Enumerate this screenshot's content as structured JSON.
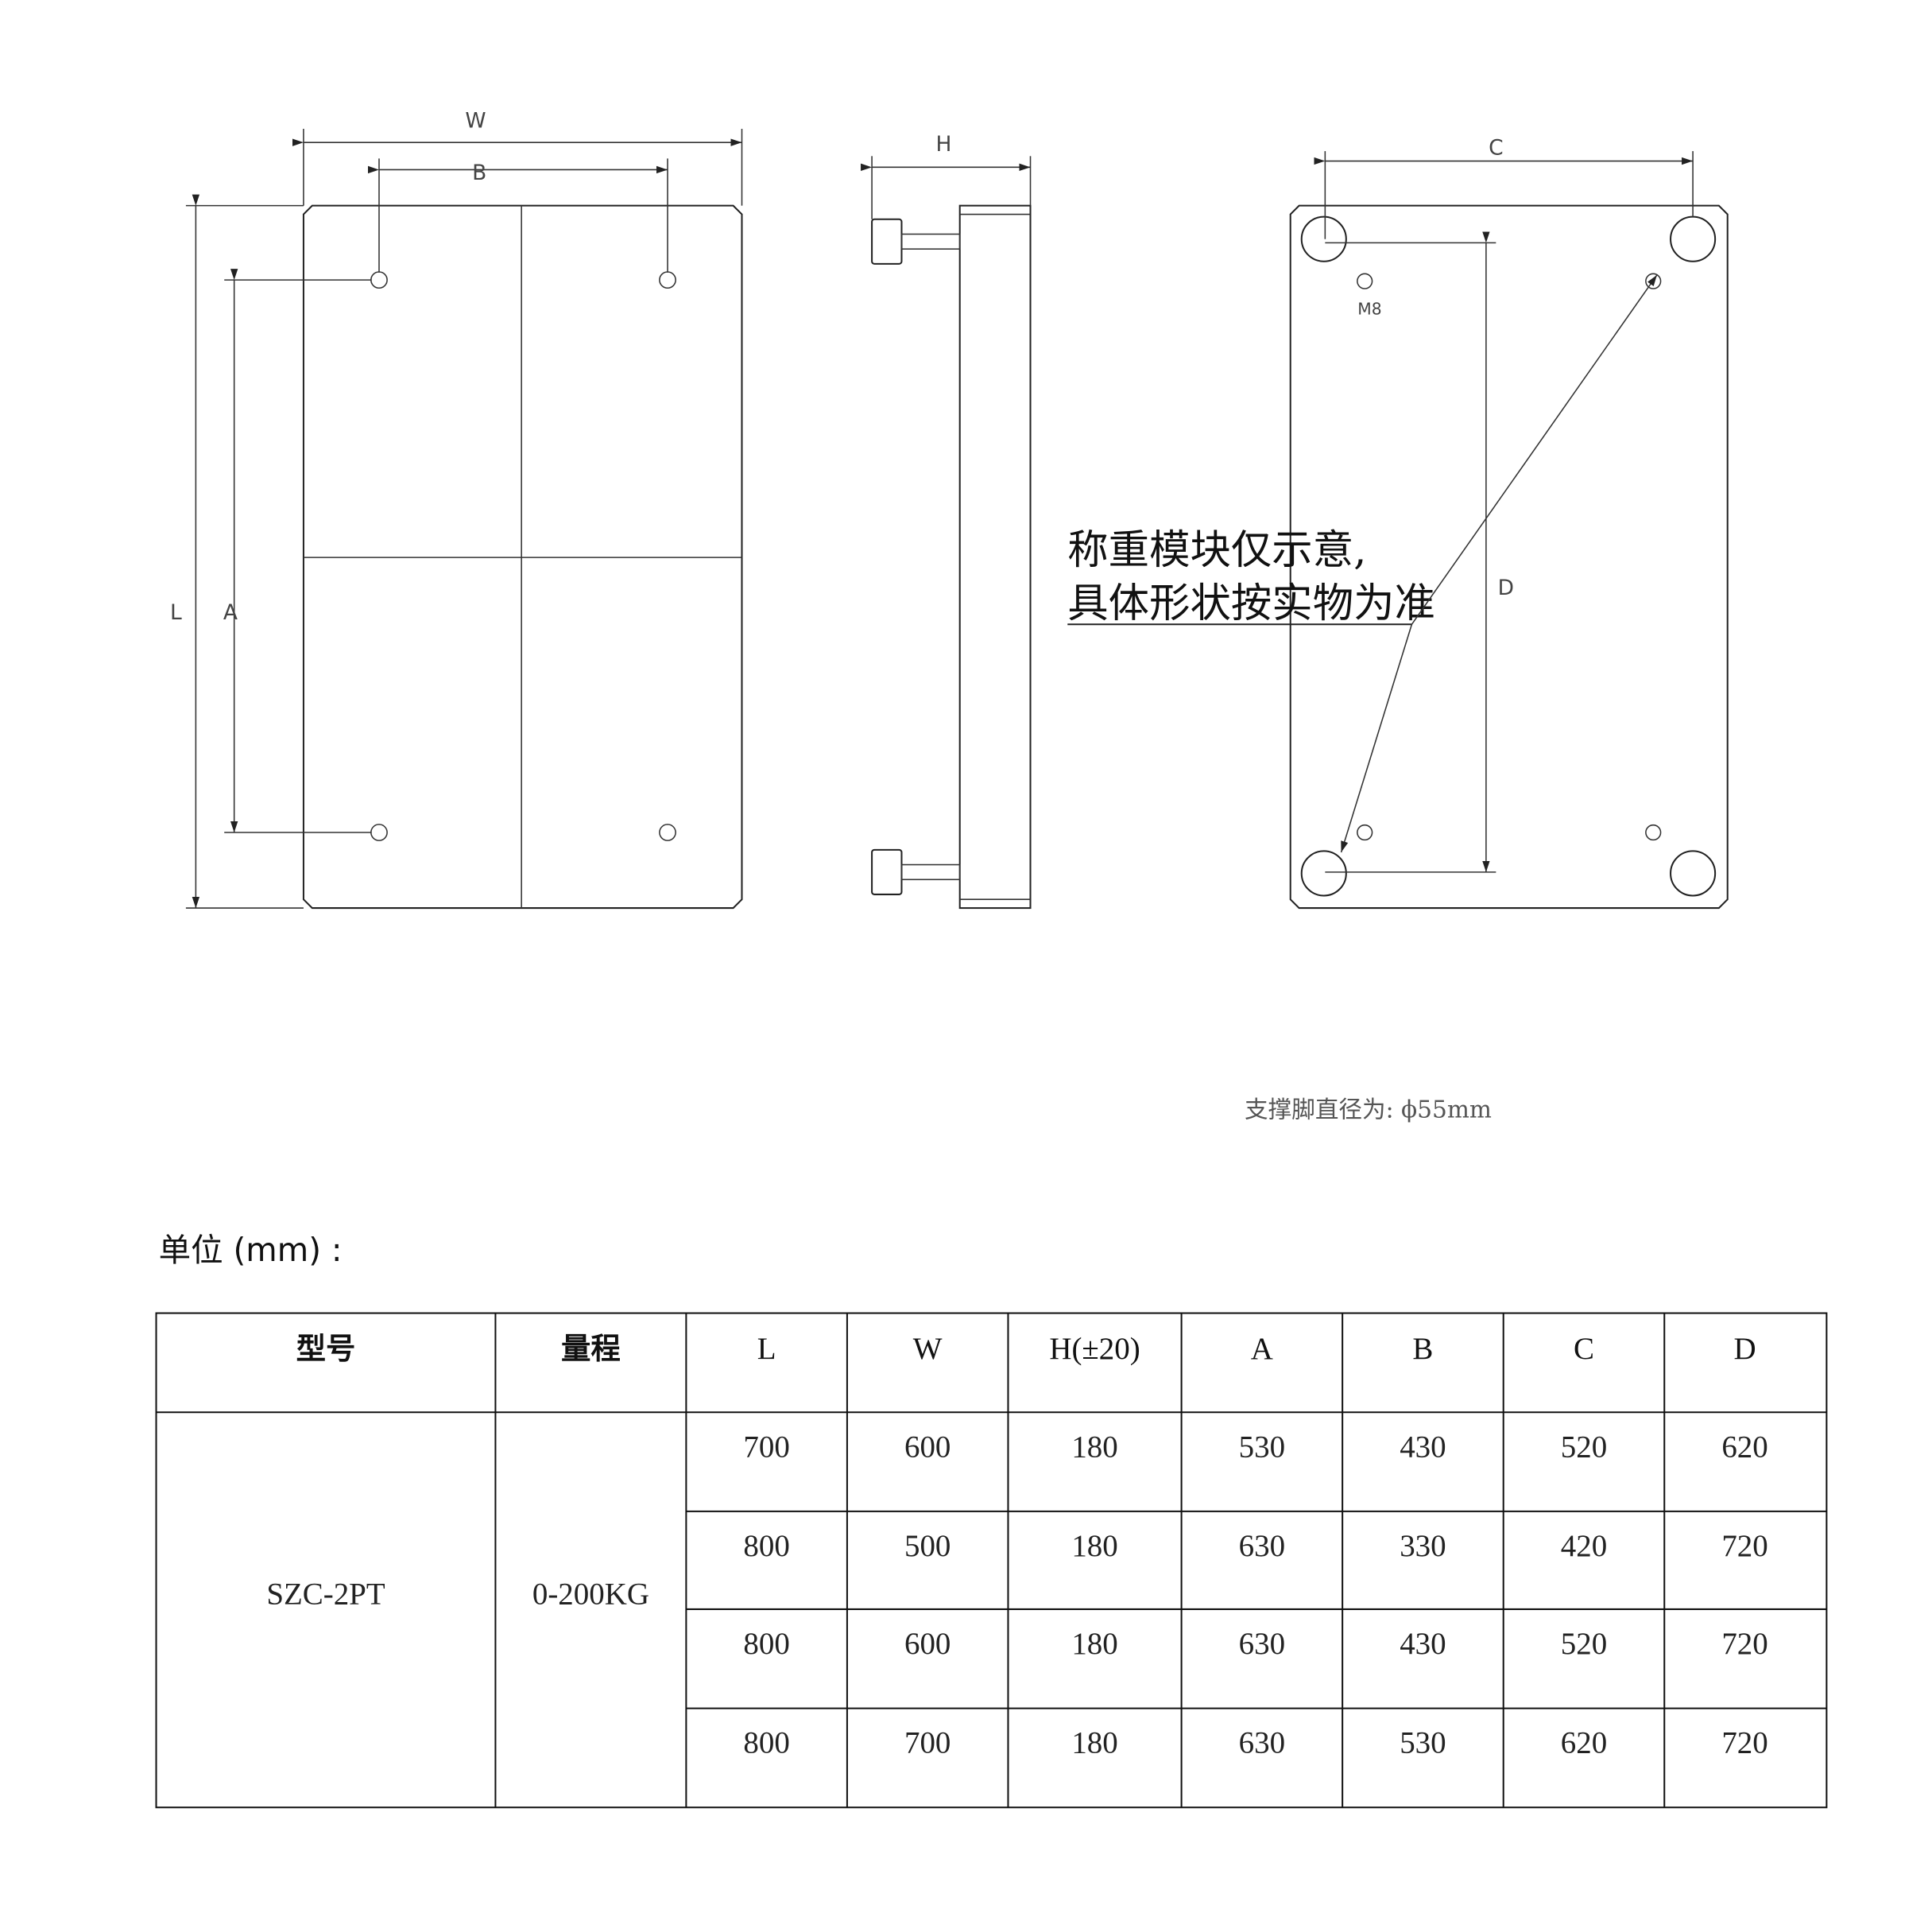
{
  "drawing": {
    "labels": {
      "W": "W",
      "B": "B",
      "L": "L",
      "A": "A",
      "H": "H",
      "C": "C",
      "D": "D",
      "M8": "M8"
    },
    "note_line1": "称重模块仅示意,",
    "note_line2": "具体形状按实物为准",
    "support_note": "支撑脚直径为: ϕ55mm"
  },
  "unit_label": "单位 (mm) :",
  "table": {
    "headers": [
      "型号",
      "量程",
      "L",
      "W",
      "H(±20)",
      "A",
      "B",
      "C",
      "D"
    ],
    "model": "SZC-2PT",
    "range": "0-200KG",
    "rows": [
      [
        "700",
        "600",
        "180",
        "530",
        "430",
        "520",
        "620"
      ],
      [
        "800",
        "500",
        "180",
        "630",
        "330",
        "420",
        "720"
      ],
      [
        "800",
        "600",
        "180",
        "630",
        "430",
        "520",
        "720"
      ],
      [
        "800",
        "700",
        "180",
        "630",
        "530",
        "620",
        "720"
      ]
    ]
  }
}
